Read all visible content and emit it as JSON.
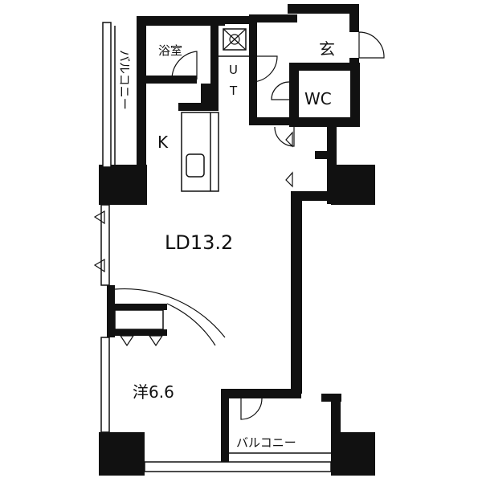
{
  "rooms": {
    "bath": "浴室",
    "balcony_side": "バルコニー",
    "ut_u": "U",
    "ut_t": "T",
    "entrance": "玄",
    "wc": "WC",
    "kitchen": "K",
    "living": "LD13.2",
    "western": "洋6.6",
    "balcony_bottom": "バルコニー"
  },
  "colors": {
    "wall": "#111111",
    "background": "#ffffff"
  }
}
